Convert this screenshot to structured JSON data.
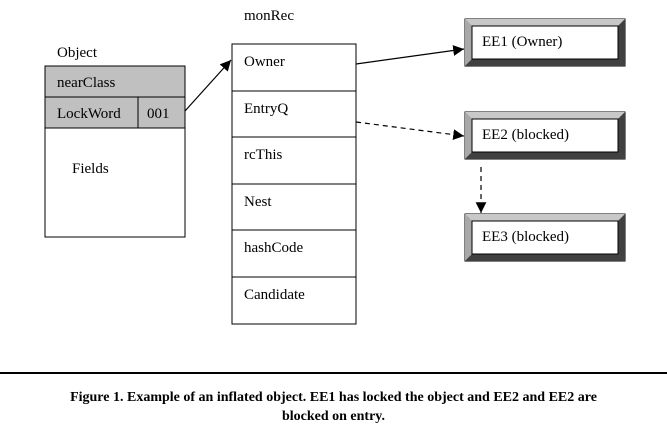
{
  "object": {
    "title": "Object",
    "near_class": "nearClass",
    "lock_word": "LockWord",
    "lock_value": "001",
    "fields": "Fields"
  },
  "monitor": {
    "title": "monRec",
    "rows": [
      "Owner",
      "EntryQ",
      "rcThis",
      "Nest",
      "hashCode",
      "Candidate"
    ]
  },
  "threads": [
    {
      "label": "EE1 (Owner)"
    },
    {
      "label": "EE2 (blocked)"
    },
    {
      "label": "EE3 (blocked)"
    }
  ],
  "caption": {
    "line1": "Figure 1. Example of an inflated object.  EE1 has locked the object and EE2 and EE2 are",
    "line2": "blocked on entry."
  },
  "colors": {
    "header_fill": "#c0c0c0",
    "stroke": "#000000",
    "bevel_dark": "#404040",
    "bevel_mid": "#808080",
    "bevel_light": "#c8c8c8"
  }
}
